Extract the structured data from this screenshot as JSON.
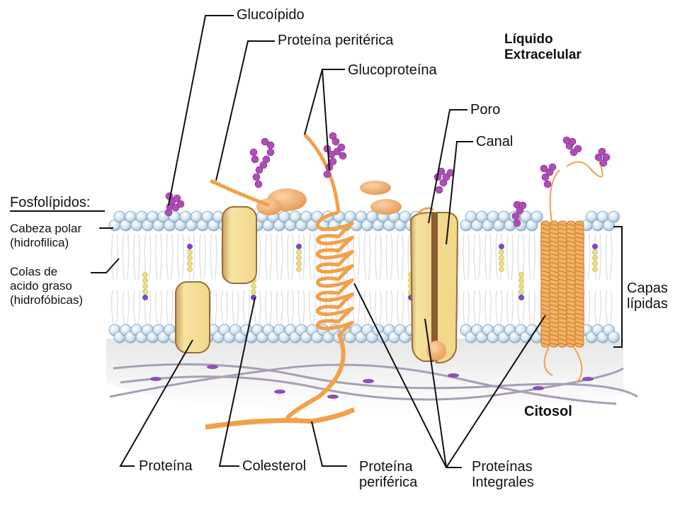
{
  "labels": {
    "glucolipido": "Glucoípido",
    "proteina_periterica": "Proteína peritérica",
    "glucoproteina": "Glucoproteína",
    "liquido_extracelular": "Líquido\nExtracelular",
    "poro": "Poro",
    "canal": "Canal",
    "fosfolipidos": "Fosfolípidos:",
    "cabeza_polar": "Cabeza polar\n(hidrofilica)",
    "colas_acido_graso": "Colas de\nacido graso\n(hidrofóbicas)",
    "capas_lipidas": "Capas\nlípidas",
    "citosol": "Citosol",
    "proteina": "Proteína",
    "colesterol": "Colesterol",
    "proteina_periferica": "Proteína\nperiférica",
    "proteinas_integrales": "Proteínas\nIntegrales"
  },
  "colors": {
    "head": "#cfe3f3",
    "head_stroke": "#7f9fb8",
    "protein": "#f3d98a",
    "orange": "#f2a04a",
    "sugar": "#b04db8",
    "cholesterol": "#e8d76a",
    "cytoskeleton": "#a99fb6"
  }
}
